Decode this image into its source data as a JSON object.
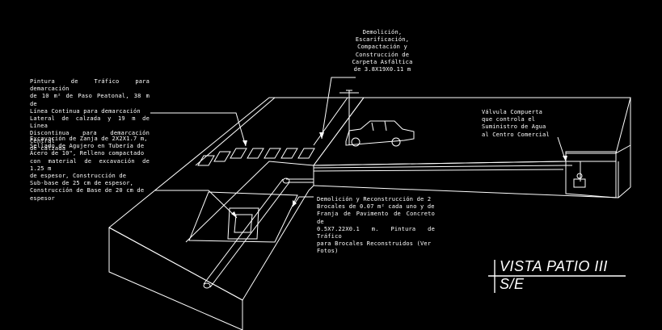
{
  "notes": {
    "demolicion": [
      "Demolición,",
      "Escarificación,",
      "Compactación y",
      "Construcción de",
      "Carpeta Asfáltica",
      "de 3.8X19X0.11 m"
    ],
    "pintura": [
      "Pintura de Tráfico para demarcación",
      "de 10 m² de Paso Peatonal, 38 m de",
      "Línea Continua para demarcación",
      "Lateral de calzada y 19 m de Línea",
      "Discontinua para demarcación Central",
      "de calzada"
    ],
    "excavacion": [
      "Excavación de Zanja de 2X2X1.7 m,",
      "Sellado de Agujero en Tubería de",
      "Acero de 10\", Relleno compactado",
      "con material de excavación de 1.25 m",
      "de espesor, Construcción de",
      "Sub-base de 25 cm de espesor,",
      "Construcción de Base de 20 cm de",
      "espesor"
    ],
    "valvula": [
      "Válvula Compuerta",
      "que controla el",
      "Suministro de Agua",
      "al Centro Comercial"
    ],
    "brocales": [
      "Demolición y Reconstrucción de 2",
      "Brocales de 0.07 m² cada uno y de",
      "Franja de Pavimento de Concreto de",
      "0.5X7.22X0.1 m. Pintura de Tráfico",
      "para Brocales Reconstruidos (Ver",
      "Fotos)"
    ]
  },
  "title": {
    "line1": "VISTA PATIO III",
    "line2": "S/E"
  },
  "colors": {
    "background": "#000000",
    "lines": "#ffffff"
  }
}
